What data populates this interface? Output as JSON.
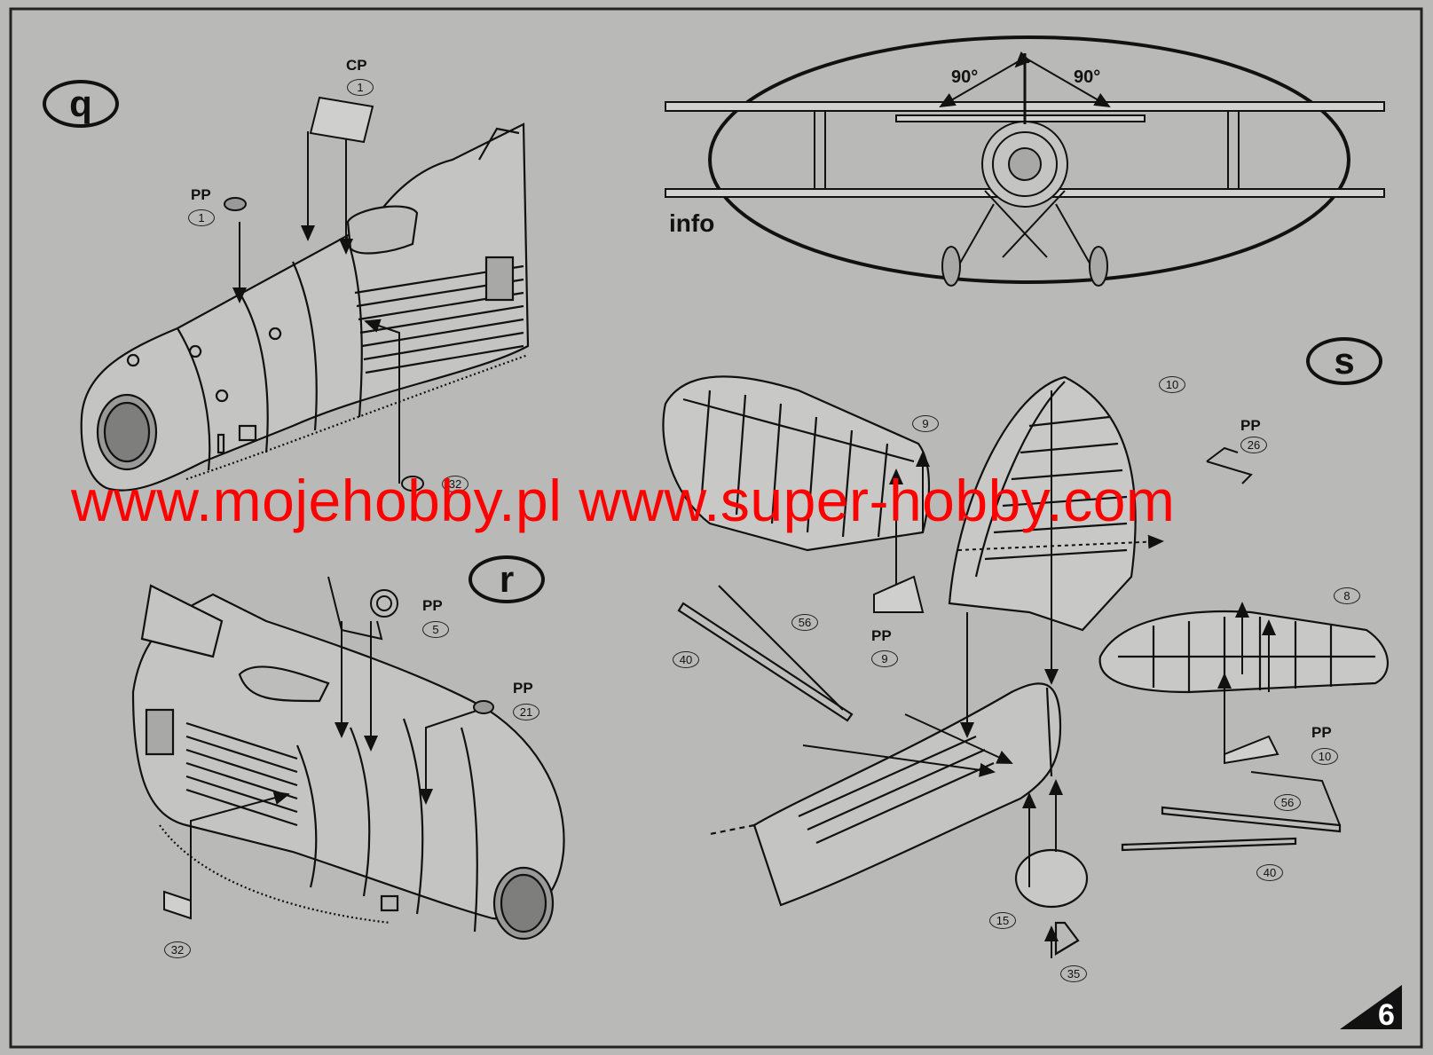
{
  "page": {
    "page_number": "6"
  },
  "steps": {
    "q": {
      "label": "q",
      "cp_label": "CP",
      "cp_part": "1",
      "pp_label": "PP",
      "pp_part": "1",
      "part_32": "32"
    },
    "r": {
      "label": "r",
      "pp5_label": "PP",
      "pp5_part": "5",
      "pp21_label": "PP",
      "pp21_part": "21",
      "part_32": "32"
    },
    "s": {
      "label": "s",
      "parts": {
        "p10": "10",
        "p9": "9",
        "p8": "8",
        "pp26_label": "PP",
        "pp26_part": "26",
        "p56_left": "56",
        "p40_left": "40",
        "pp9_label": "PP",
        "pp9_part": "9",
        "pp10_label": "PP",
        "pp10_part": "10",
        "p56_right": "56",
        "p40_right": "40",
        "p15": "15",
        "p35": "35"
      }
    }
  },
  "info": {
    "label": "info",
    "angle_left": "90°",
    "angle_right": "90°"
  },
  "watermark": {
    "text": "www.mojehobby.pl www.super-hobby.com",
    "color": "#ff0000"
  },
  "colors": {
    "paper": "#b9b9b7",
    "ink": "#111111"
  }
}
